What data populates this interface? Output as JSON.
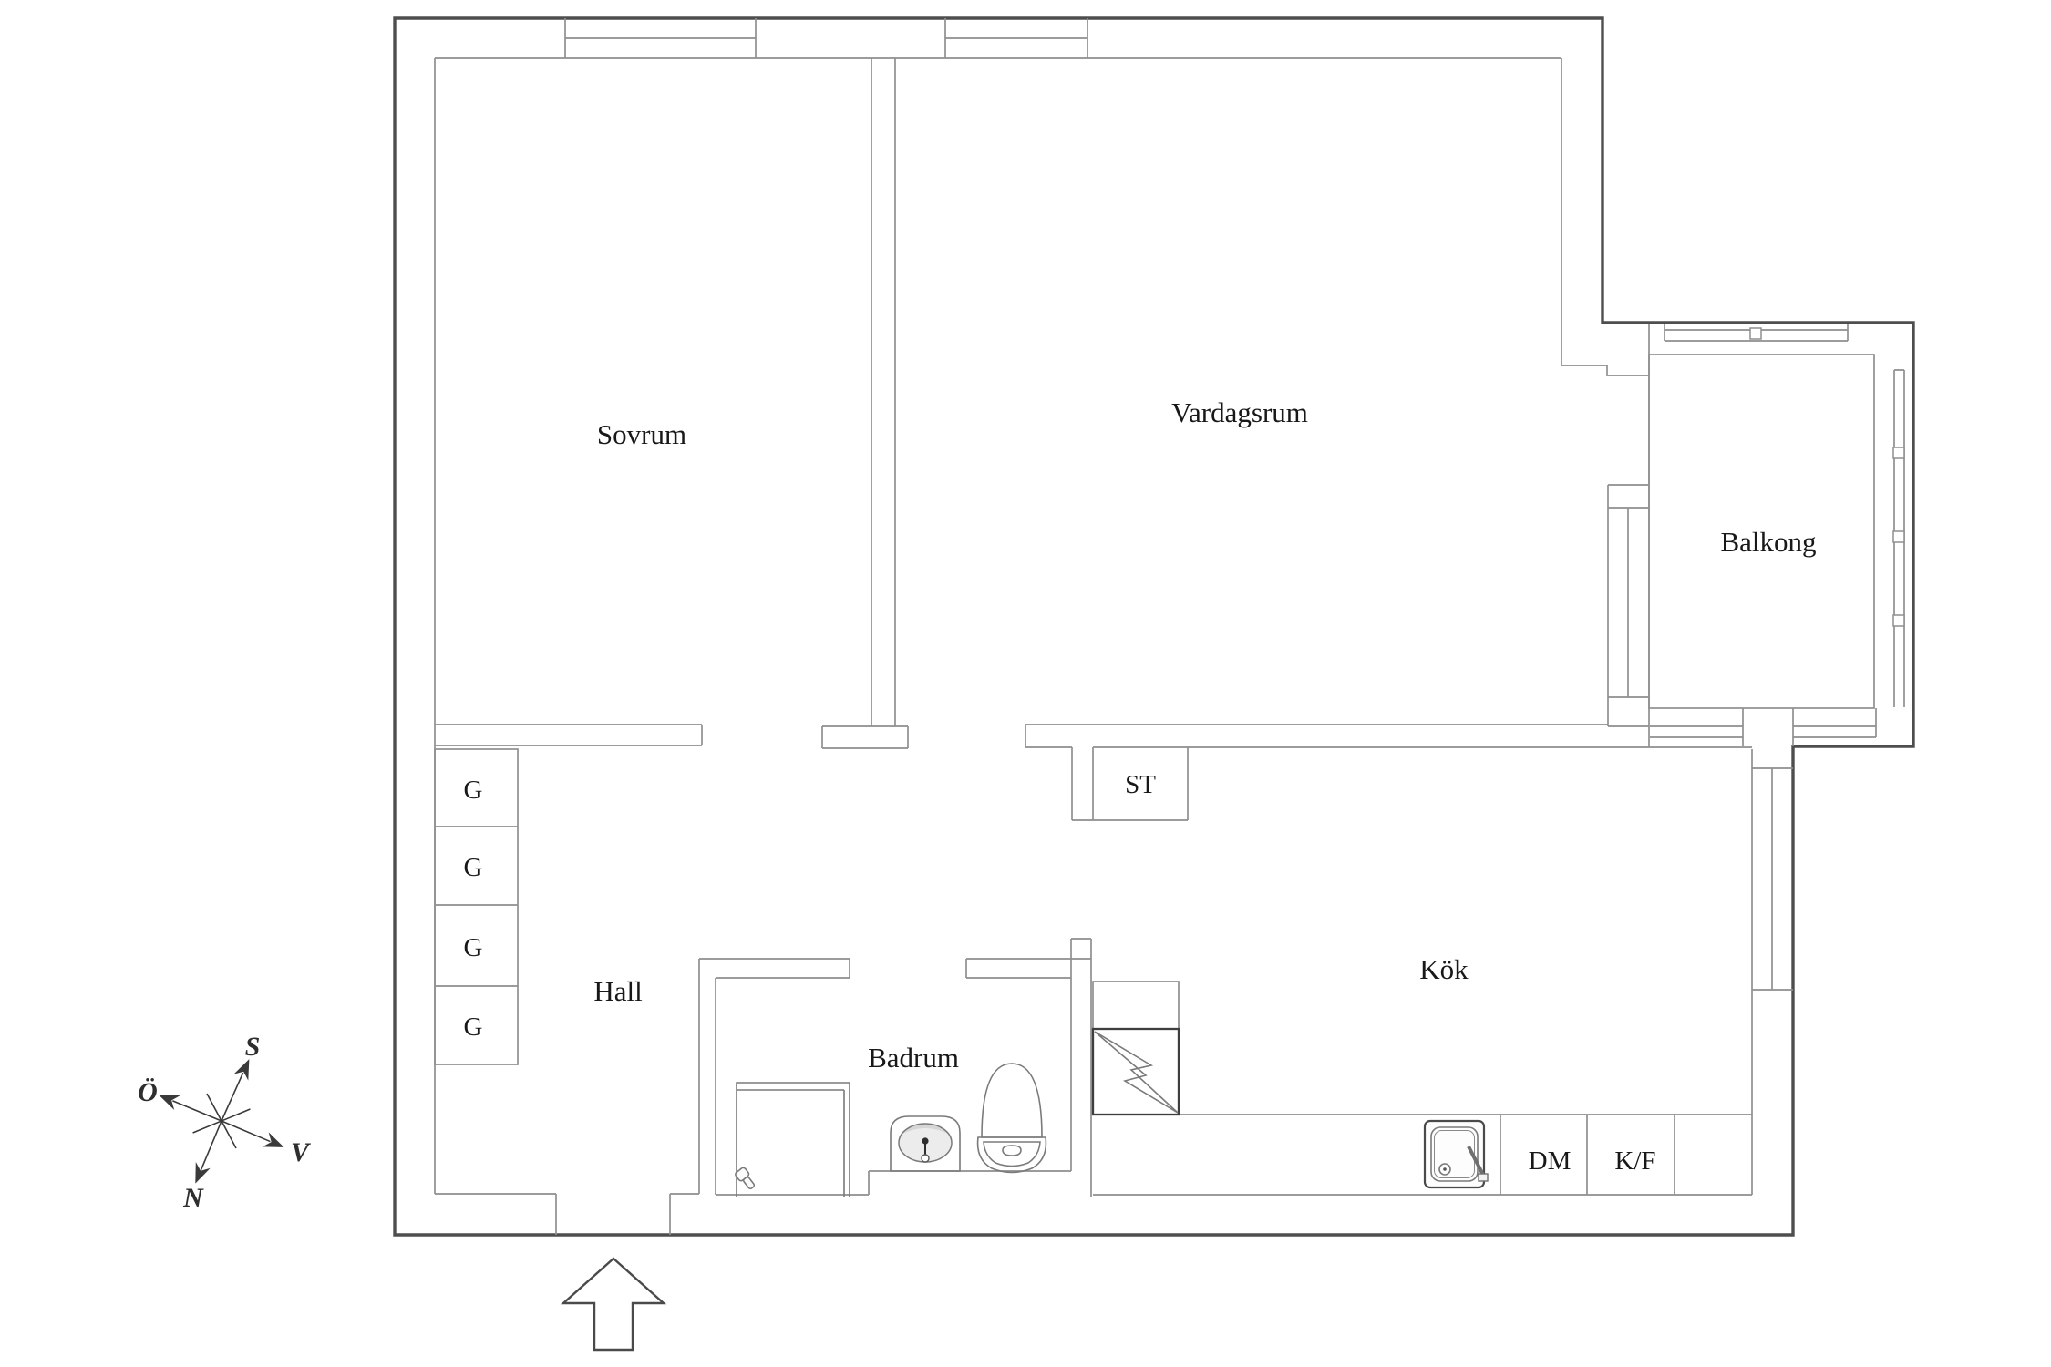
{
  "plan": {
    "rooms": {
      "sovrum": {
        "label": "Sovrum"
      },
      "vardagsrum": {
        "label": "Vardagsrum"
      },
      "balkong": {
        "label": "Balkong"
      },
      "hall": {
        "label": "Hall"
      },
      "badrum": {
        "label": "Badrum"
      },
      "kok": {
        "label": "Kök"
      }
    },
    "closets": {
      "st": {
        "label": "ST"
      },
      "g1": {
        "label": "G"
      },
      "g2": {
        "label": "G"
      },
      "g3": {
        "label": "G"
      },
      "g4": {
        "label": "G"
      }
    },
    "appliances": {
      "dm": {
        "label": "DM"
      },
      "kf": {
        "label": "K/F"
      }
    },
    "compass": {
      "south": "S",
      "east": "Ö",
      "west": "V",
      "north": "N"
    },
    "icons": {
      "stove": "lightning-bolt",
      "kitchen_sink": "sink-basin",
      "bath_sink": "washbasin",
      "toilet": "toilet",
      "shower": "shower-mixer",
      "entrance": "entry-arrow"
    },
    "colors": {
      "outer_wall": "#4e4e4e",
      "inner_wall": "#8f8f8f",
      "text": "#181818",
      "compass": "#3a3a3a",
      "background": "#ffffff"
    }
  }
}
